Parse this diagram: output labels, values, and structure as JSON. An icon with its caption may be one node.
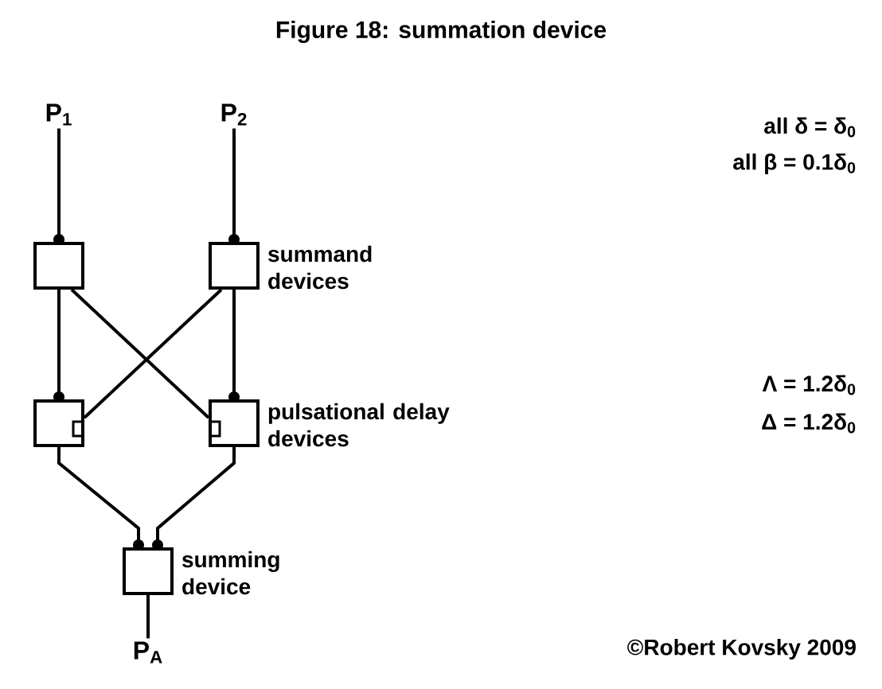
{
  "diagram": {
    "title": "Figure 18:  summation device",
    "nodes": [
      {
        "text": [
          "P$_{1}$"
        ]
      },
      {
        "text": [
          "P$_{2}$"
        ]
      },
      {
        "text": [],
        "shape": "box"
      },
      {
        "text": [],
        "shape": "box",
        "beside": [
          "summand devices"
        ]
      },
      {
        "text": [],
        "shape": "box"
      },
      {
        "text": [],
        "shape": "box",
        "beside": [
          "pulsational delay devices"
        ]
      },
      {
        "text": [],
        "shape": "box",
        "beside": [
          "summing device"
        ]
      },
      {
        "text": [
          "P$_{A}$"
        ]
      }
    ],
    "edges": [
      {
        "from": 0,
        "to": 2,
        "arrow": "other"
      },
      {
        "from": 1,
        "to": 3,
        "arrow": "other"
      },
      {
        "from": 2,
        "to": 4,
        "arrow": "other"
      },
      {
        "from": 2,
        "to": 5,
        "arrow": "none"
      },
      {
        "from": 3,
        "to": 4,
        "arrow": "none"
      },
      {
        "from": 3,
        "to": 5,
        "arrow": "other"
      },
      {
        "from": 4,
        "to": 6,
        "arrow": "other"
      },
      {
        "from": 5,
        "to": 6,
        "arrow": "other"
      },
      {
        "from": 6,
        "to": 7,
        "arrow": "none"
      }
    ],
    "labels": [
      "all δ = δ$_{0}$",
      "all β = 0.1δ$_{0}$",
      "Λ = 1.2δ$_{0}$",
      "Δ = 1.2δ$_{0}$",
      "©Robert Kovsky 2009"
    ]
  }
}
